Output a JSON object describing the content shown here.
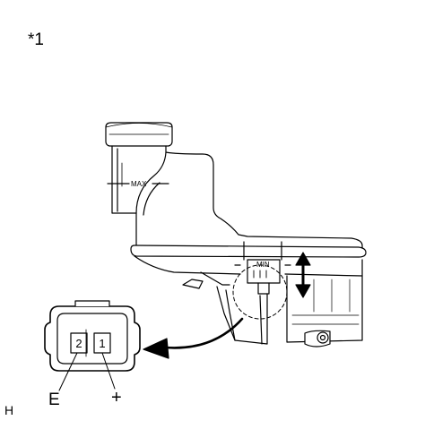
{
  "figure": {
    "reference_label": "*1",
    "level_marks": {
      "max": "MAX",
      "min": "MIN"
    },
    "connector": {
      "pins": [
        "2",
        "1"
      ],
      "terminal_labels": {
        "ground": "E",
        "positive": "+"
      }
    },
    "corner_code": "H"
  }
}
